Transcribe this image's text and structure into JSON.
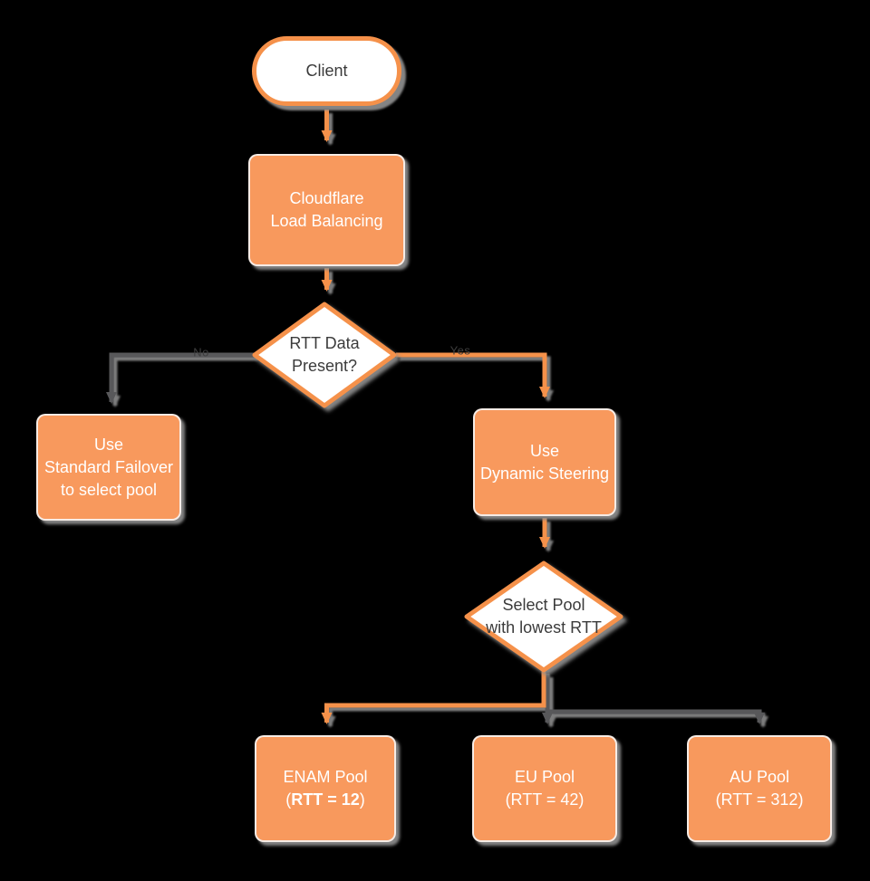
{
  "colors": {
    "orange_fill": "#F8995D",
    "orange_stroke": "#F5914A",
    "gray_line": "#58585A",
    "shadow": "#8B8B8B",
    "text_dark": "#3B3B3B",
    "text_light": "#FFFFFF",
    "edge_label": "#3D3D3D",
    "bg": "#000000"
  },
  "nodes": {
    "client": {
      "label": "Client"
    },
    "load_balancer": {
      "line1": "Cloudflare",
      "line2": "Load Balancing"
    },
    "rtt_decision": {
      "line1": "RTT Data",
      "line2": "Present?"
    },
    "standard_failover": {
      "line1": "Use",
      "line2": "Standard Failover",
      "line3": "to select pool"
    },
    "dynamic_steering": {
      "line1": "Use",
      "line2": "Dynamic Steering"
    },
    "pool_decision": {
      "line1": "Select Pool",
      "line2": "with lowest RTT"
    },
    "enam_pool": {
      "line1": "ENAM Pool",
      "line2_open": "(",
      "line2_value": "RTT = 12",
      "line2_close": ")"
    },
    "eu_pool": {
      "line1": "EU Pool",
      "line2": "(RTT = 42)"
    },
    "au_pool": {
      "line1": "AU Pool",
      "line2": "(RTT = 312)"
    }
  },
  "edges": {
    "no_label": "No",
    "yes_label": "Yes"
  }
}
